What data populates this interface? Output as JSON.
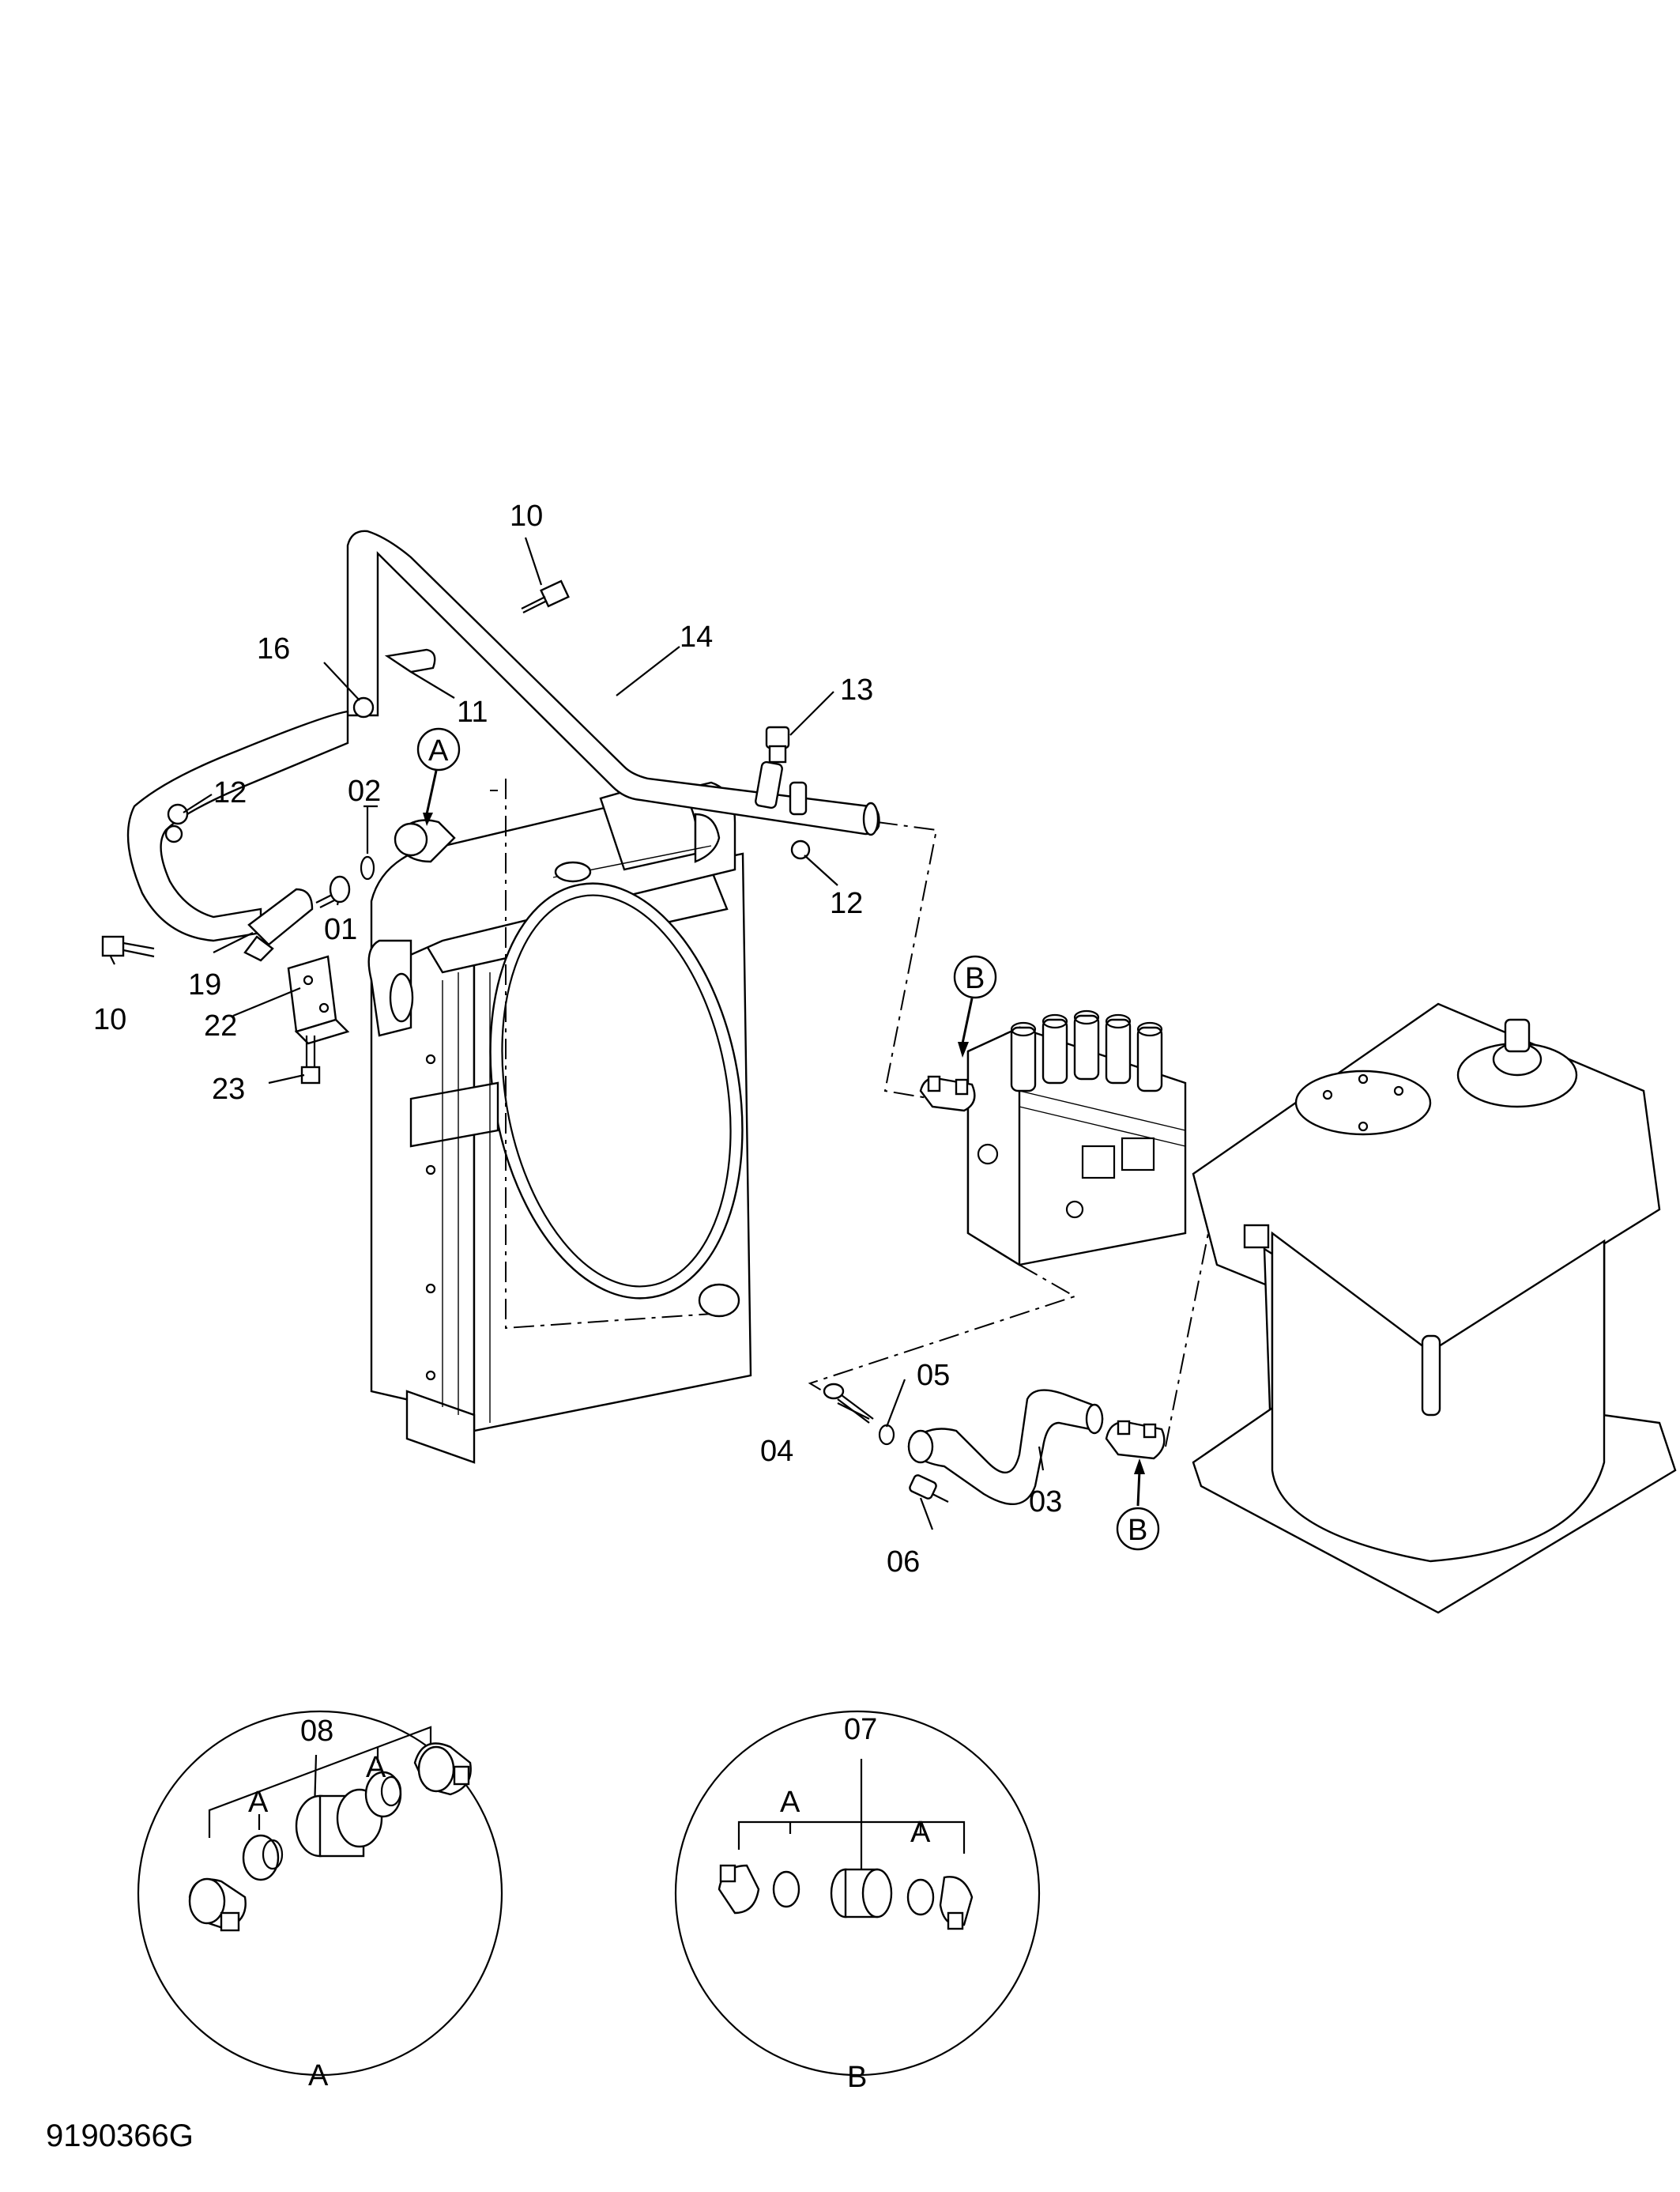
{
  "drawing_number": "9190366G",
  "callouts": {
    "c01": "01",
    "c02": "02",
    "c03": "03",
    "c04": "04",
    "c05": "05",
    "c06": "06",
    "c10a": "10",
    "c10b": "10",
    "c11": "11",
    "c12a": "12",
    "c12b": "12",
    "c13": "13",
    "c14": "14",
    "c16": "16",
    "c19": "19",
    "c22": "22",
    "c23": "23"
  },
  "markers": {
    "a": "A",
    "b_top": "B",
    "b_bottom": "B"
  },
  "details": {
    "detail_a": {
      "title": "A",
      "part": "08",
      "sub_a1": "A",
      "sub_a2": "A"
    },
    "detail_b": {
      "title": "B",
      "part": "07",
      "sub_a1": "A",
      "sub_a2": "A"
    }
  }
}
